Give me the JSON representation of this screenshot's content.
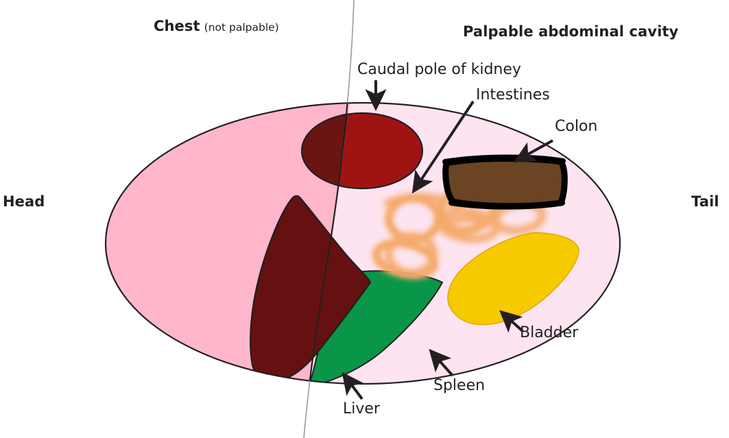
{
  "figure": {
    "title_left": "Chest",
    "title_left_note": "(not palpable)",
    "title_right": "Palpable abdominal cavity",
    "orientation_left": "Head",
    "orientation_right": "Tail"
  },
  "labels": {
    "kidney": "Caudal pole of kidney",
    "intestines": "Intestines",
    "colon": "Colon",
    "bladder": "Bladder",
    "spleen": "Spleen",
    "liver": "Liver"
  },
  "colors": {
    "body_pink_chest": "#ffb6cb",
    "body_pink_abdomen": "#fde4f0",
    "kidney_chest": "#6b1414",
    "kidney_abdomen": "#a01313",
    "liver": "#661111",
    "spleen": "#0a9648",
    "colon_fill": "#6b4423",
    "colon_outline": "#000000",
    "bladder": "#f7ca00",
    "intestines": "#f5a96a",
    "outline": "#231f20",
    "divider": "#9a9a9a",
    "background": "#ffffff",
    "text": "#231f20"
  },
  "shapes": {
    "body_outline": "Large ellipse representing the body cavity in lateral view",
    "divider": "Vertical curved line separating chest from palpable abdominal cavity",
    "kidney": "Ellipse straddling the chest/abdomen divider",
    "liver": "Large dark maroon lobe in the ventral-caudal chest",
    "spleen": "Green wedge caudal to the liver",
    "intestines": "Soft orange looping coils in the mid abdomen",
    "colon": "Brown rounded bar with heavy black outline, dorsal abdomen",
    "bladder": "Yellow rounded blob in the caudo-ventral abdomen"
  }
}
